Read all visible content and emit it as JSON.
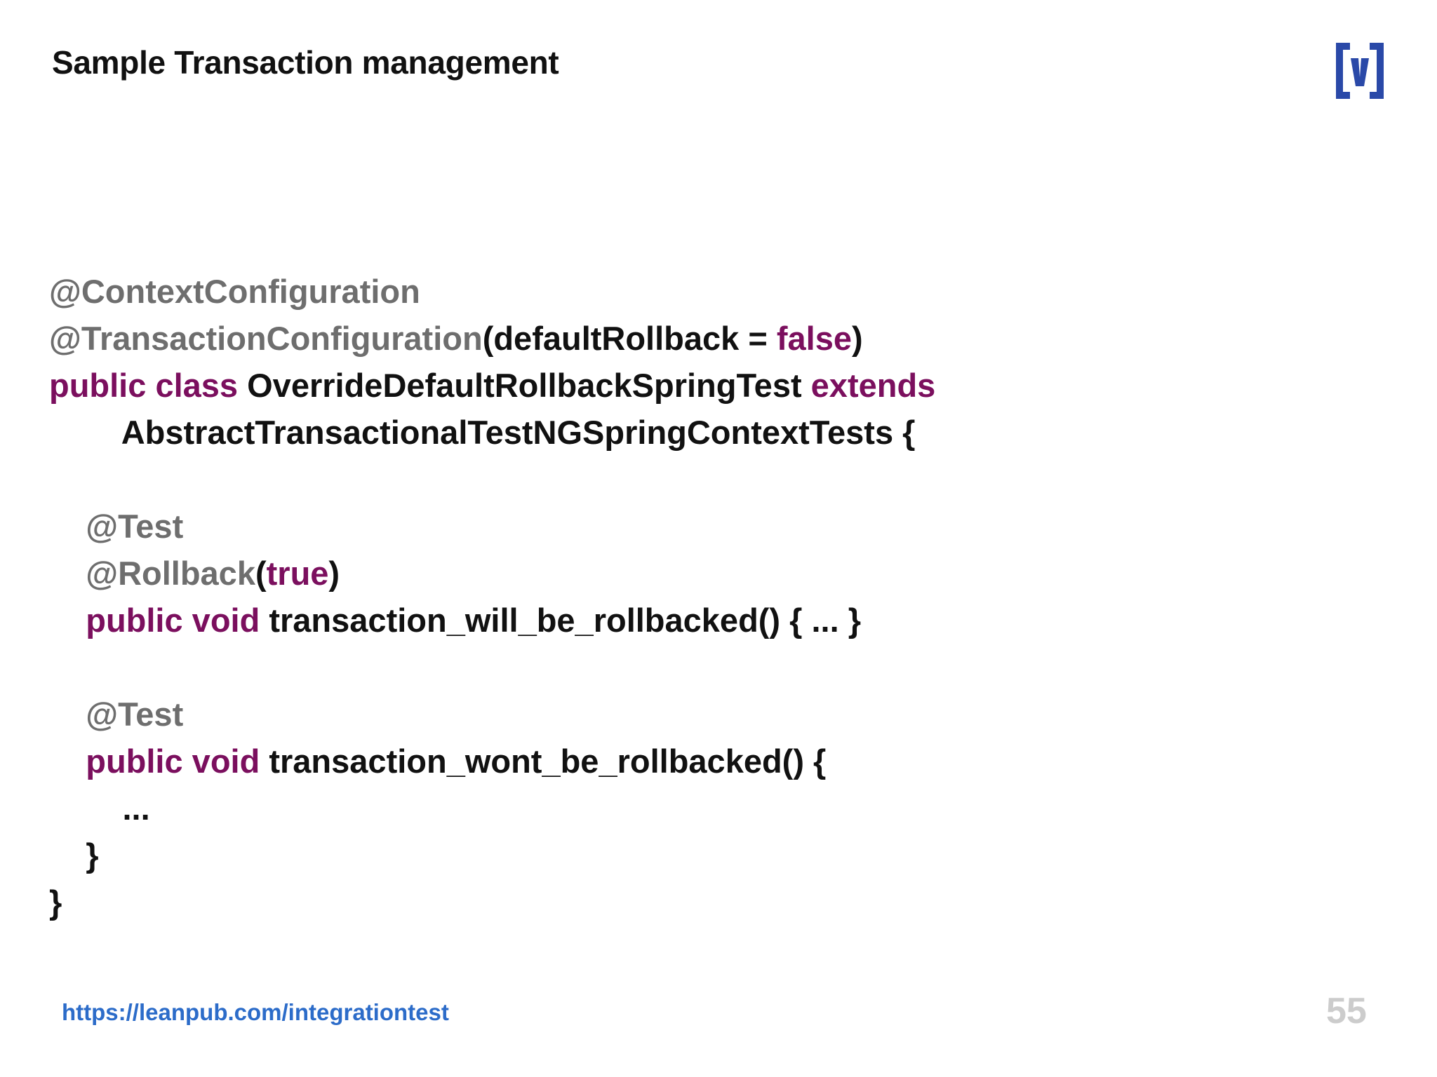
{
  "slide": {
    "title": "Sample Transaction management",
    "page_number": "55",
    "background_color": "#ffffff"
  },
  "logo": {
    "name": "brackets-v-logo",
    "color": "#2a49a8",
    "glyph": "(v)"
  },
  "colors": {
    "annotation_gray": "#6e6e6e",
    "keyword_magenta": "#7b0f5e",
    "code_black": "#111111",
    "link_blue": "#2c6cc9",
    "page_number_gray": "#cccccc"
  },
  "code": {
    "language": "java",
    "lines": [
      {
        "id": "line-context-configuration",
        "indent": 0,
        "tokens": [
          {
            "text": "@ContextConfiguration",
            "type": "annot"
          }
        ]
      },
      {
        "id": "line-transaction-configuration",
        "indent": 0,
        "tokens": [
          {
            "text": "@TransactionConfiguration",
            "type": "annot"
          },
          {
            "text": "(defaultRollback = ",
            "type": "plain"
          },
          {
            "text": "false",
            "type": "literal"
          },
          {
            "text": ")",
            "type": "plain"
          }
        ]
      },
      {
        "id": "line-class-declaration",
        "indent": 0,
        "tokens": [
          {
            "text": "public class",
            "type": "keyword"
          },
          {
            "text": " OverrideDefaultRollbackSpringTest ",
            "type": "plain"
          },
          {
            "text": "extends",
            "type": "keyword"
          }
        ]
      },
      {
        "id": "line-superclass",
        "indent": 0,
        "tokens": [
          {
            "text": "        AbstractTransactionalTestNGSpringContextTests {",
            "type": "plain"
          }
        ]
      },
      {
        "id": "line-blank-1",
        "indent": 0,
        "tokens": [
          {
            "text": " ",
            "type": "plain"
          }
        ]
      },
      {
        "id": "line-test-annotation-1",
        "indent": 0,
        "tokens": [
          {
            "text": "    ",
            "type": "plain"
          },
          {
            "text": "@Test",
            "type": "annot"
          }
        ]
      },
      {
        "id": "line-rollback-annotation",
        "indent": 0,
        "tokens": [
          {
            "text": "    ",
            "type": "plain"
          },
          {
            "text": "@Rollback",
            "type": "annot"
          },
          {
            "text": "(",
            "type": "plain"
          },
          {
            "text": "true",
            "type": "literal"
          },
          {
            "text": ")",
            "type": "plain"
          }
        ]
      },
      {
        "id": "line-method-will-be-rollbacked",
        "indent": 0,
        "tokens": [
          {
            "text": "    ",
            "type": "plain"
          },
          {
            "text": "public void",
            "type": "keyword"
          },
          {
            "text": " transaction_will_be_rollbacked() { ... }",
            "type": "plain"
          }
        ]
      },
      {
        "id": "line-blank-2",
        "indent": 0,
        "tokens": [
          {
            "text": " ",
            "type": "plain"
          }
        ]
      },
      {
        "id": "line-test-annotation-2",
        "indent": 0,
        "tokens": [
          {
            "text": "    ",
            "type": "plain"
          },
          {
            "text": "@Test",
            "type": "annot"
          }
        ]
      },
      {
        "id": "line-method-wont-be-rollbacked",
        "indent": 0,
        "tokens": [
          {
            "text": "    ",
            "type": "plain"
          },
          {
            "text": "public void",
            "type": "keyword"
          },
          {
            "text": " transaction_wont_be_rollbacked() {",
            "type": "plain"
          }
        ]
      },
      {
        "id": "line-method-body-ellipsis",
        "indent": 0,
        "tokens": [
          {
            "text": "        ...",
            "type": "plain"
          }
        ]
      },
      {
        "id": "line-close-method",
        "indent": 0,
        "tokens": [
          {
            "text": "    }",
            "type": "plain"
          }
        ]
      },
      {
        "id": "line-close-class",
        "indent": 0,
        "tokens": [
          {
            "text": "}",
            "type": "plain"
          }
        ]
      }
    ]
  },
  "footer": {
    "link_text": "https://leanpub.com/integrationtest"
  }
}
